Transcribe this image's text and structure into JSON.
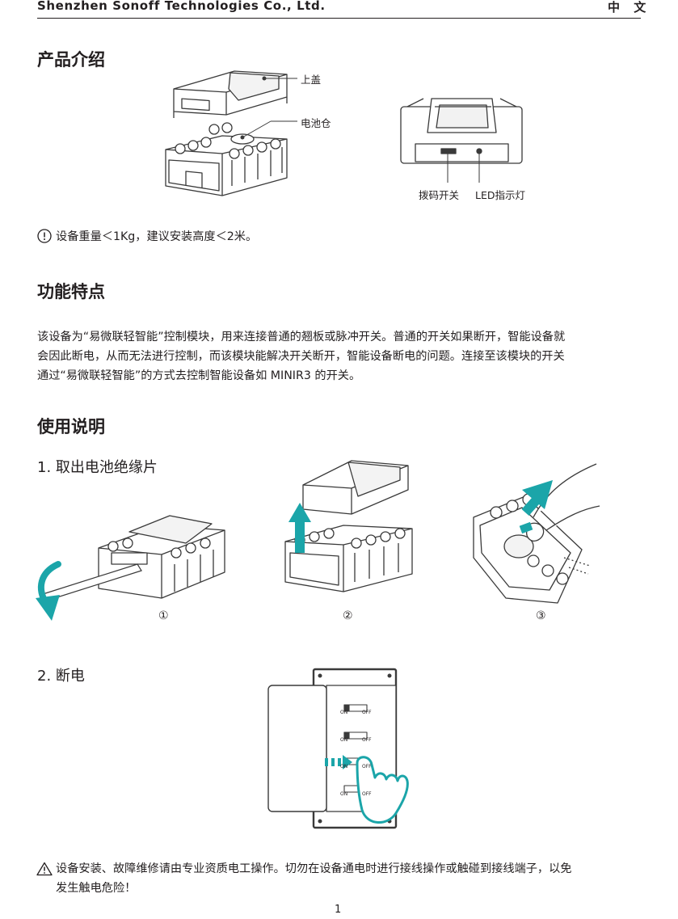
{
  "header": {
    "company": "Shenzhen Sonoff Technologies Co., Ltd.",
    "language": "中 文"
  },
  "intro": {
    "title": "产品介绍",
    "labels": {
      "top_cover": "上盖",
      "battery_compartment": "电池仓",
      "dip_switch": "拨码开关",
      "led_indicator": "LED指示灯"
    },
    "notice": "设备重量＜1Kg，建议安装高度＜2米。",
    "notice_icon": "info-circle-icon"
  },
  "features": {
    "title": "功能特点",
    "lines": [
      "该设备为“易微联轻智能”控制模块，用来连接普通的翘板或脉冲开关。普通的开关如果断开，智能设备就",
      "会因此断电，从而无法进行控制，而该模块能解决开关断开，智能设备断电的问题。连接至该模块的开关",
      "通过“易微联轻智能”的方式去控制智能设备如 MINIR3 的开关。"
    ]
  },
  "usage": {
    "title": "使用说明",
    "step1": {
      "title": "1. 取出电池绝缘片",
      "markers": [
        "①",
        "②",
        "③"
      ]
    },
    "step2": {
      "title": "2. 断电",
      "switch_on": "ON",
      "switch_off": "OFF"
    },
    "warning_lines": [
      "设备安装、故障维修请由专业资质电工操作。切勿在设备通电时进行接线操作或触碰到接线端子，以免",
      "发生触电危险！"
    ],
    "warning_icon": "warning-triangle-icon"
  },
  "footer": {
    "page_number": "1"
  },
  "colors": {
    "accent": "#1ba5a9",
    "text": "#231f20",
    "line": "#3a3a3a"
  }
}
